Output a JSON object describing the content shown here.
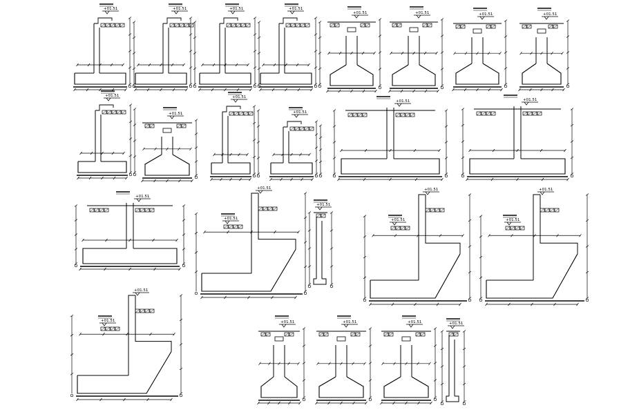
{
  "drawing": {
    "colors": {
      "line": "#000000",
      "background": "#ffffff"
    },
    "level_labels": [
      "+01.51",
      "+01.51",
      "+01.51",
      "+01.51",
      "+01.51",
      "+01.51",
      "+01.51",
      "+01.51",
      "+01.51",
      "+01.51",
      "+01.51",
      "+01.51",
      "+01.51",
      "+01.51",
      "+01.51",
      "+01.51",
      "+01.51",
      "+01.51",
      "+01.51",
      "+01.51",
      "+01.51",
      "+01.51",
      "+01.51",
      "+01.51",
      "+01.51"
    ]
  }
}
